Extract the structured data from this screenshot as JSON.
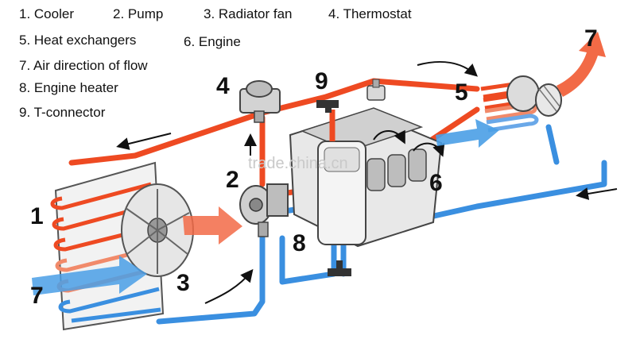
{
  "legend": [
    "1. Cooler",
    "2. Pump",
    "3. Radiator fan",
    "4. Thermostat",
    "5. Heat exchangers",
    "6. Engine",
    "7. Air direction of flow",
    "8. Engine heater",
    "9. T-connector"
  ],
  "callouts": {
    "cooler": "1",
    "pump": "2",
    "fan": "3",
    "thermostat": "4",
    "exchanger": "5",
    "engine": "6",
    "air_out": "7",
    "air_in": "7",
    "heater": "8",
    "tee": "9"
  },
  "watermark": "trade.china.cn",
  "colors": {
    "hot": "#ee4a22",
    "cold": "#3a8fe0",
    "metal": "#c8c8c8",
    "outline": "#444444"
  }
}
